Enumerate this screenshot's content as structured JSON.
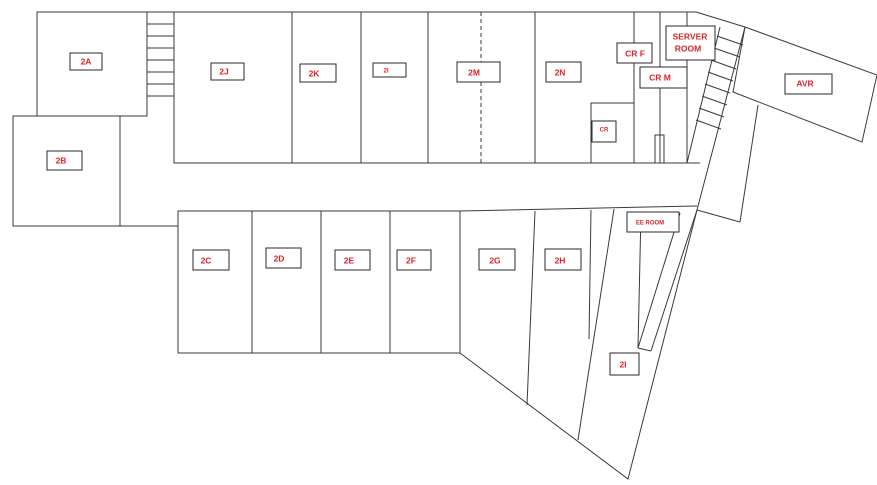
{
  "rooms": {
    "r2a": "2A",
    "r2b": "2B",
    "r2c": "2C",
    "r2d": "2D",
    "r2e": "2E",
    "r2f": "2F",
    "r2g": "2G",
    "r2h": "2H",
    "r2i": "2I",
    "r2j": "2J",
    "r2k": "2K",
    "r2l": "2I",
    "r2m": "2M",
    "r2n": "2N",
    "cr": "CR",
    "crf": "CR F",
    "crm": "CR M",
    "server1": "SERVER",
    "server2": "ROOM",
    "avr": "AVR",
    "ee": "EE ROOM"
  },
  "colors": {
    "label_text": "#d8262c",
    "walls": "#3a3a3a"
  }
}
